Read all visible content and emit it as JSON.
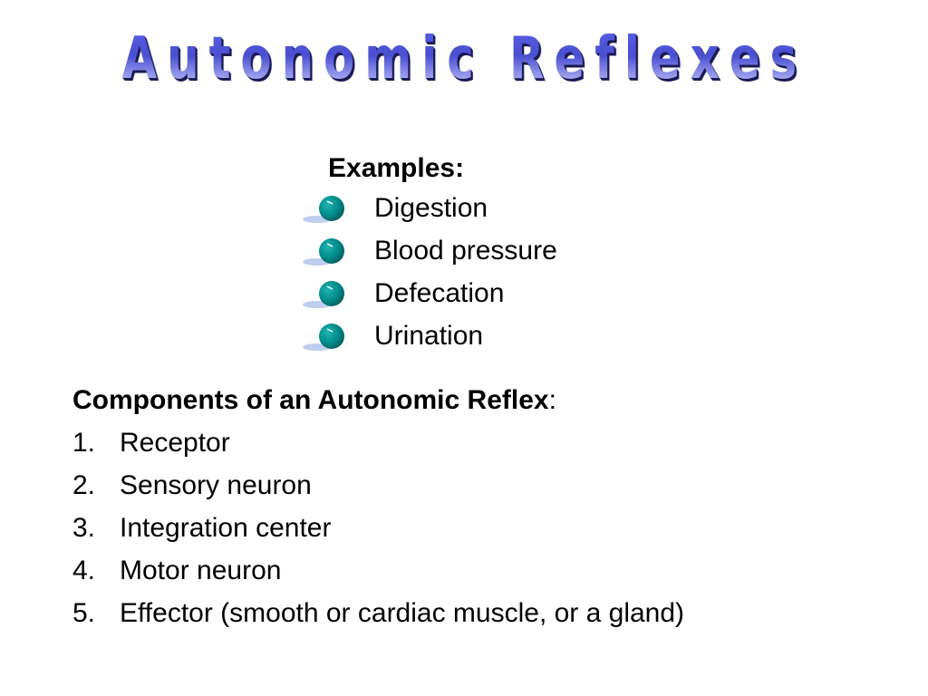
{
  "slide": {
    "title": "Autonomic Reflexes",
    "examples": {
      "heading": "Examples:",
      "bullet_icon": "teal-sphere-bullet-icon",
      "bullet_color": "#008b8b",
      "items": [
        {
          "label": "Digestion"
        },
        {
          "label": "Blood pressure"
        },
        {
          "label": "Defecation"
        },
        {
          "label": "Urination"
        }
      ]
    },
    "components": {
      "heading": "Components of an Autonomic Reflex",
      "heading_suffix": ":",
      "items": [
        {
          "num": "1.",
          "label": "Receptor"
        },
        {
          "num": "2.",
          "label": "Sensory neuron"
        },
        {
          "num": "3.",
          "label": "Integration center"
        },
        {
          "num": "4.",
          "label": "Motor neuron"
        },
        {
          "num": "5.",
          "label": "Effector (smooth or cardiac muscle, or a gland)"
        }
      ]
    },
    "colors": {
      "title": "#4a4fd0",
      "text": "#000000",
      "background": "#ffffff"
    }
  }
}
